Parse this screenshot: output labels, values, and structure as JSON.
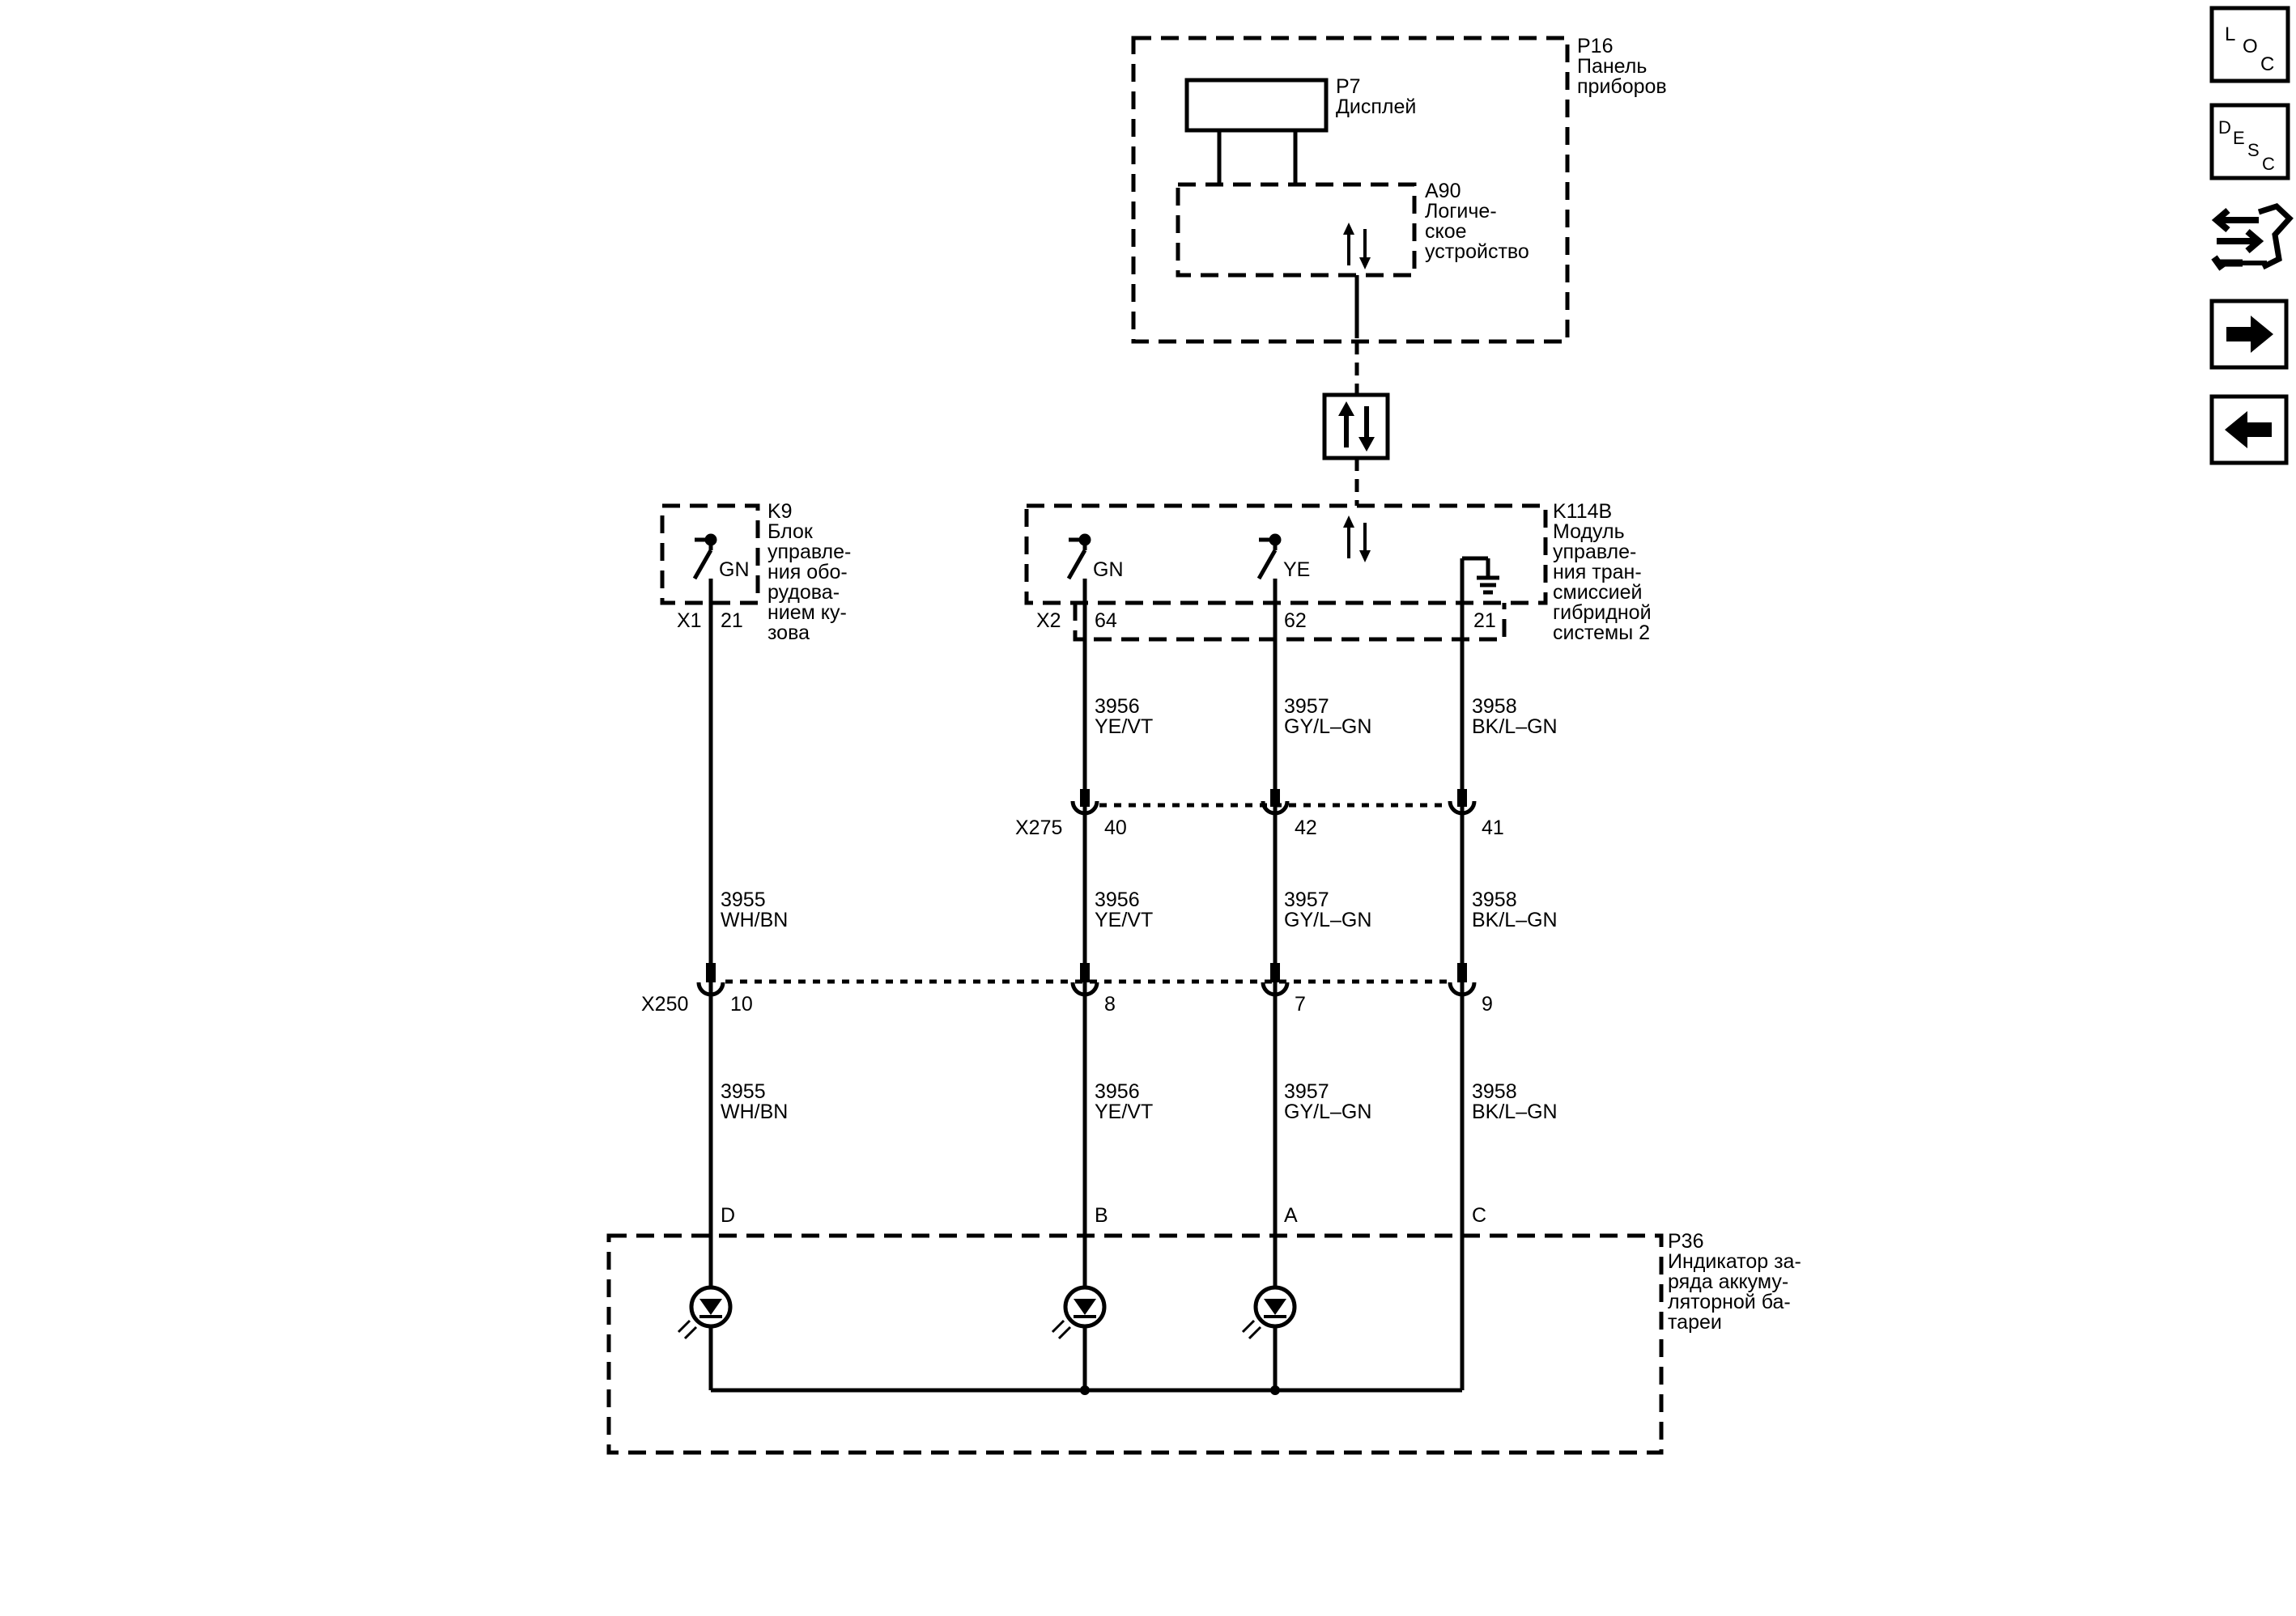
{
  "components": {
    "p16": {
      "ref": "P16",
      "name_lines": [
        "Панель",
        "приборов"
      ]
    },
    "p7": {
      "ref": "P7",
      "name_lines": [
        "Дисплей"
      ]
    },
    "a90": {
      "ref": "A90",
      "name_lines": [
        "Логиче-",
        "ское",
        "устройство"
      ]
    },
    "k9": {
      "ref": "K9",
      "name_lines": [
        "Блок",
        "управле-",
        "ния обо-",
        "рудова-",
        "нием ку-",
        "зова"
      ]
    },
    "k114b": {
      "ref": "K114B",
      "name_lines": [
        "Модуль",
        "управле-",
        "ния тран-",
        "смиссией",
        "гибридной",
        "системы 2"
      ]
    },
    "p36": {
      "ref": "P36",
      "name_lines": [
        "Индикатор за-",
        "ряда аккуму-",
        "ляторной ба-",
        "тареи"
      ]
    }
  },
  "switch_labels": {
    "k9": "GN",
    "k114b_a": "GN",
    "k114b_b": "YE"
  },
  "connectors": {
    "x1": {
      "name": "X1",
      "pins": [
        "21"
      ]
    },
    "x2": {
      "name": "X2",
      "pins": [
        "64",
        "62",
        "21"
      ]
    },
    "x275": {
      "name": "X275",
      "pins": [
        "40",
        "42",
        "41"
      ]
    },
    "x250": {
      "name": "X250",
      "pins": [
        "10",
        "8",
        "7",
        "9"
      ]
    },
    "p36_pins": [
      "D",
      "B",
      "A",
      "C"
    ]
  },
  "wires": [
    {
      "circuit": "3955",
      "color": "WH/BN"
    },
    {
      "circuit": "3956",
      "color": "YE/VT"
    },
    {
      "circuit": "3957",
      "color": "GY/L–GN"
    },
    {
      "circuit": "3958",
      "color": "BK/L–GN"
    }
  ],
  "nav": {
    "loc": [
      "L",
      "O",
      "C"
    ],
    "desc": [
      "D",
      "E",
      "S",
      "C"
    ]
  }
}
